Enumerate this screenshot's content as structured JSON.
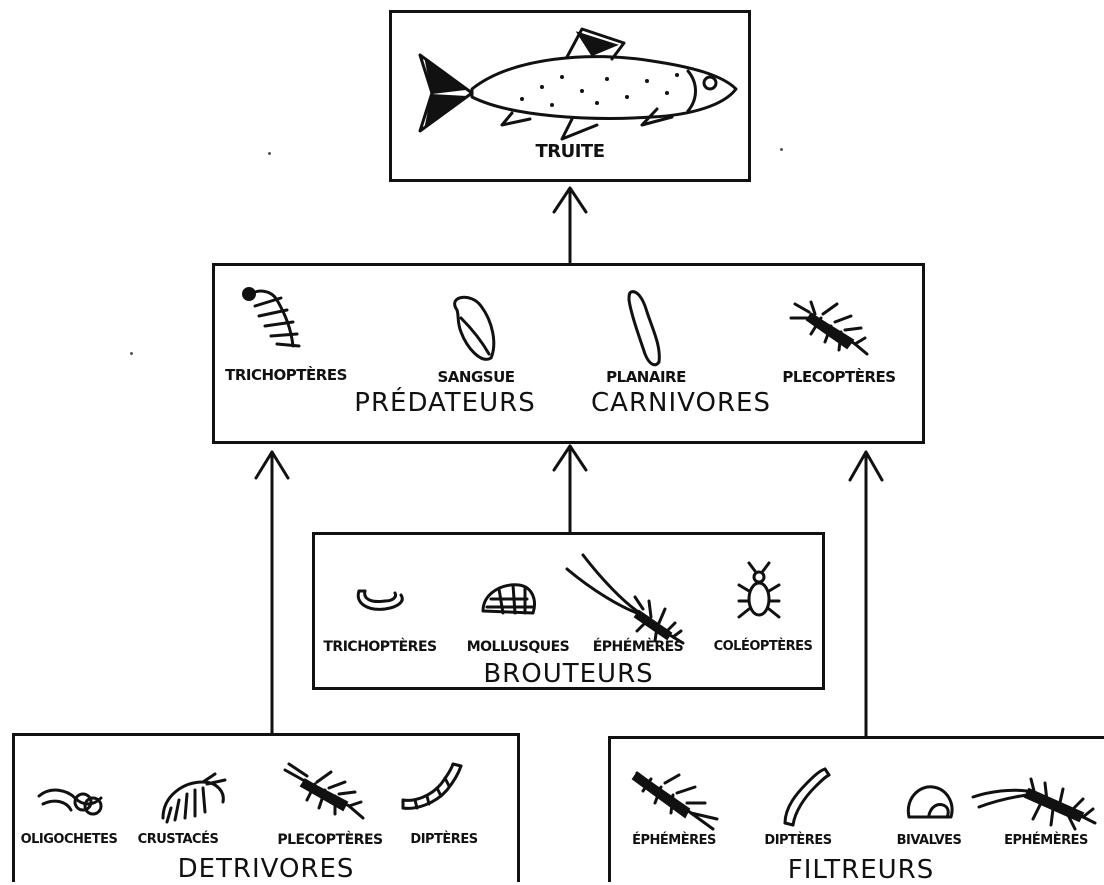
{
  "top": {
    "name": "TRUITE"
  },
  "predateurs": {
    "title_left": "PRÉDATEURS",
    "title_right": "CARNIVORES",
    "organisms": [
      {
        "label": "TRICHOPTÈRES",
        "icon": "larva-icon"
      },
      {
        "label": "SANGSUE",
        "icon": "leech-icon"
      },
      {
        "label": "PLANAIRE",
        "icon": "planarian-icon"
      },
      {
        "label": "PLECOPTÈRES",
        "icon": "stonefly-icon"
      }
    ]
  },
  "brouteurs": {
    "title": "BROUTEURS",
    "organisms": [
      {
        "label": "TRICHOPTÈRES",
        "icon": "case-larva-icon"
      },
      {
        "label": "MOLLUSQUES",
        "icon": "snail-icon"
      },
      {
        "label": "ÉPHÉMÈRES",
        "icon": "mayfly-icon"
      },
      {
        "label": "COLÉOPTÈRES",
        "icon": "beetle-icon"
      }
    ]
  },
  "detrivores": {
    "title": "DETRIVORES",
    "organisms": [
      {
        "label": "OLIGOCHETES",
        "icon": "worm-icon"
      },
      {
        "label": "CRUSTACÉS",
        "icon": "shrimp-icon"
      },
      {
        "label": "PLECOPTÈRES",
        "icon": "stonefly-icon"
      },
      {
        "label": "DIPTÈRES",
        "icon": "fly-larva-icon"
      }
    ]
  },
  "filtreurs": {
    "title": "FILTREURS",
    "organisms": [
      {
        "label": "ÉPHÉMÈRES",
        "icon": "mayfly-icon"
      },
      {
        "label": "DIPTÈRES",
        "icon": "fly-larva-icon"
      },
      {
        "label": "BIVALVES",
        "icon": "bivalve-icon"
      },
      {
        "label": "EPHÉMÈRES",
        "icon": "mayfly-icon"
      }
    ]
  }
}
